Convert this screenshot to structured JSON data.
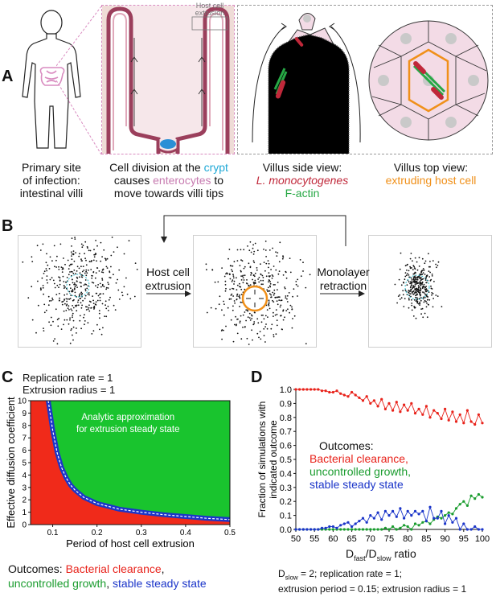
{
  "panelA": {
    "letter": "A",
    "caption1": [
      "Primary site",
      "of infection:",
      "intestinal villi"
    ],
    "caption2": {
      "line1": "Cell division at the ",
      "crypt": "crypt",
      "line2a": "causes ",
      "enterocytes": "enterocytes",
      "line2b": " to",
      "line3": "move towards villi tips"
    },
    "host_cell_extrusion_label": [
      "Host cell",
      "extrusion"
    ],
    "side_view": {
      "title": "Villus side view:",
      "species": "L. monocytogenes",
      "factin": "F-actin"
    },
    "top_view": {
      "title": "Villus top view:",
      "extruding": "extruding host cell"
    },
    "colors": {
      "crypt": "#1ea8d6",
      "enterocytes": "#c77bb0",
      "species": "#c0283a",
      "factin": "#27a845",
      "extruding": "#f0901a"
    }
  },
  "panelB": {
    "letter": "B",
    "label1": [
      "Host cell",
      "extrusion"
    ],
    "label2": [
      "Monolayer",
      "retraction"
    ]
  },
  "panelC": {
    "letter": "C",
    "params": [
      "Replication rate = 1",
      "Extrusion radius = 1"
    ],
    "annotation": [
      "Analytic approximation",
      "for extrusion steady state"
    ],
    "xlabel": "Period of host cell extrusion",
    "ylabel": "Effective diffusion coefficient",
    "outcomes_prefix": "Outcomes: ",
    "outcomes": [
      {
        "label": "Bacterial clearance",
        "suffix": ",",
        "color": "#e8221a"
      },
      {
        "label": "uncontrolled growth",
        "suffix": ",",
        "color": "#1a9c2e"
      },
      {
        "label": "stable steady state",
        "suffix": "",
        "color": "#1b35c9"
      }
    ],
    "xticks": [
      "0.1",
      "0.2",
      "0.3",
      "0.4",
      "0.5"
    ],
    "yticks": [
      "0",
      "1",
      "2",
      "3",
      "4",
      "5",
      "6",
      "7",
      "8",
      "9",
      "10"
    ]
  },
  "panelD": {
    "letter": "D",
    "ylabel": [
      "Fraction of  simulations with",
      "indicated outcome"
    ],
    "outcomes_title": "Outcomes:",
    "legend": [
      {
        "label": "Bacterial clearance,",
        "color": "#e8221a"
      },
      {
        "label": "uncontrolled growth,",
        "color": "#1a9c2e"
      },
      {
        "label": "stable steady state",
        "color": "#1b35c9"
      }
    ],
    "xlabel": {
      "d1": "D",
      "sub1": "fast",
      "sep": "/D",
      "sub2": "slow",
      "tail": " ratio"
    },
    "footnote1": {
      "d": "D",
      "sub": "slow",
      "rest": " = 2; replication rate = 1;"
    },
    "footnote2": "extrusion period = 0.15; extrusion radius = 1",
    "xticks": [
      "50",
      "55",
      "60",
      "65",
      "70",
      "75",
      "80",
      "85",
      "90",
      "95",
      "100"
    ],
    "yticks": [
      "0.0",
      "0.1",
      "0.2",
      "0.3",
      "0.4",
      "0.5",
      "0.6",
      "0.7",
      "0.8",
      "0.9",
      "1.0"
    ]
  },
  "chart_data": [
    {
      "type": "heatmap",
      "title": "",
      "xlabel": "Period of host cell extrusion",
      "ylabel": "Effective diffusion coefficient",
      "xlim": [
        0.05,
        0.5
      ],
      "ylim": [
        0,
        10
      ],
      "regions": [
        "Bacterial clearance",
        "uncontrolled growth",
        "stable steady state"
      ],
      "boundary_x": [
        0.09,
        0.1,
        0.11,
        0.12,
        0.13,
        0.14,
        0.15,
        0.17,
        0.2,
        0.25,
        0.3,
        0.35,
        0.4,
        0.45,
        0.5
      ],
      "boundary_y": [
        10,
        7.6,
        5.8,
        4.6,
        3.8,
        3.2,
        2.8,
        2.2,
        1.7,
        1.25,
        1.0,
        0.8,
        0.65,
        0.5,
        0.4
      ]
    },
    {
      "type": "line",
      "xlabel": "Dfast/Dslow ratio",
      "ylabel": "Fraction of  simulations with indicated outcome",
      "xlim": [
        50,
        100
      ],
      "ylim": [
        0,
        1
      ],
      "x": [
        50,
        51,
        52,
        53,
        54,
        55,
        56,
        57,
        58,
        59,
        60,
        61,
        62,
        63,
        64,
        65,
        66,
        67,
        68,
        69,
        70,
        71,
        72,
        73,
        74,
        75,
        76,
        77,
        78,
        79,
        80,
        81,
        82,
        83,
        84,
        85,
        86,
        87,
        88,
        89,
        90,
        91,
        92,
        93,
        94,
        95,
        96,
        97,
        98,
        99,
        100
      ],
      "series": [
        {
          "name": "Bacterial clearance",
          "color": "#e8221a",
          "values": [
            1,
            1,
            1,
            1,
            1,
            1,
            1,
            0.99,
            0.99,
            0.98,
            0.98,
            0.99,
            0.97,
            0.96,
            0.95,
            0.98,
            0.96,
            0.94,
            0.92,
            0.95,
            0.9,
            0.92,
            0.88,
            0.93,
            0.86,
            0.9,
            0.85,
            0.91,
            0.84,
            0.89,
            0.85,
            0.9,
            0.83,
            0.86,
            0.82,
            0.88,
            0.8,
            0.85,
            0.83,
            0.79,
            0.86,
            0.78,
            0.84,
            0.77,
            0.82,
            0.76,
            0.85,
            0.77,
            0.75,
            0.82,
            0.76
          ]
        },
        {
          "name": "uncontrolled growth",
          "color": "#1a9c2e",
          "values": [
            0,
            0,
            0,
            0,
            0,
            0,
            0,
            0,
            0,
            0,
            0,
            0,
            0,
            0,
            0,
            0,
            0,
            0,
            0,
            0,
            0,
            0,
            0,
            0,
            0.01,
            0,
            0.02,
            0,
            0.01,
            0.03,
            0.02,
            0,
            0.04,
            0.03,
            0.05,
            0.06,
            0.04,
            0.07,
            0.09,
            0.08,
            0.1,
            0.12,
            0.11,
            0.15,
            0.18,
            0.2,
            0.17,
            0.24,
            0.22,
            0.25,
            0.23
          ]
        },
        {
          "name": "stable steady state",
          "color": "#1b35c9",
          "values": [
            0,
            0,
            0,
            0,
            0,
            0,
            0,
            0.01,
            0.01,
            0.02,
            0.02,
            0.01,
            0.03,
            0.04,
            0.05,
            0.02,
            0.04,
            0.06,
            0.08,
            0.05,
            0.1,
            0.08,
            0.12,
            0.07,
            0.13,
            0.1,
            0.13,
            0.09,
            0.15,
            0.08,
            0.13,
            0.1,
            0.13,
            0.11,
            0.13,
            0.06,
            0.16,
            0.08,
            0.08,
            0.13,
            0.04,
            0.1,
            0.05,
            0.08,
            0,
            0.04,
            0,
            0,
            0.02,
            0,
            0
          ]
        }
      ]
    }
  ]
}
